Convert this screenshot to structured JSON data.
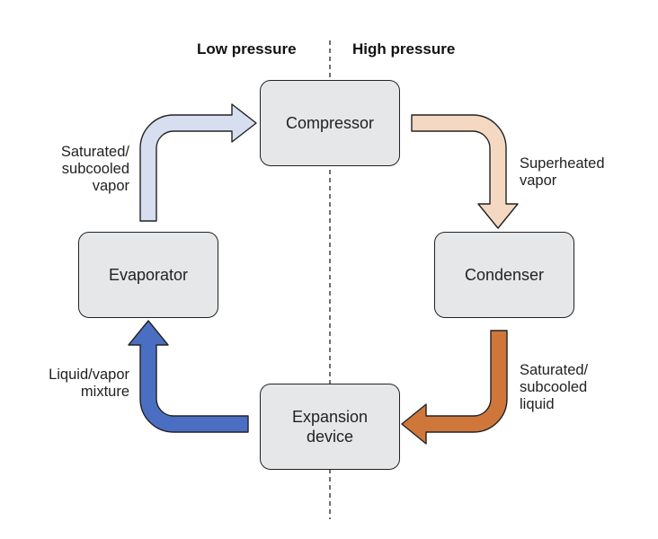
{
  "headers": {
    "low": "Low pressure",
    "high": "High pressure"
  },
  "nodes": {
    "compressor": "Compressor",
    "condenser": "Condenser",
    "expansion_line1": "Expansion",
    "expansion_line2": "device",
    "evaporator": "Evaporator"
  },
  "labels": {
    "superheated": "Superheated\nvapor",
    "sat_liquid": "Saturated/\nsubcooled\nliquid",
    "liquid_vapor": "Liquid/vapor\nmixture",
    "sat_vapor": "Saturated/\nsubcooled\nvapor"
  },
  "colors": {
    "box_fill": "#e6e7e8",
    "arrow_sat_vapor": "#d6def0",
    "arrow_superheated": "#f4d8c2",
    "arrow_sat_liquid": "#cf773a",
    "arrow_liquid_vapor": "#4a6fc2"
  }
}
